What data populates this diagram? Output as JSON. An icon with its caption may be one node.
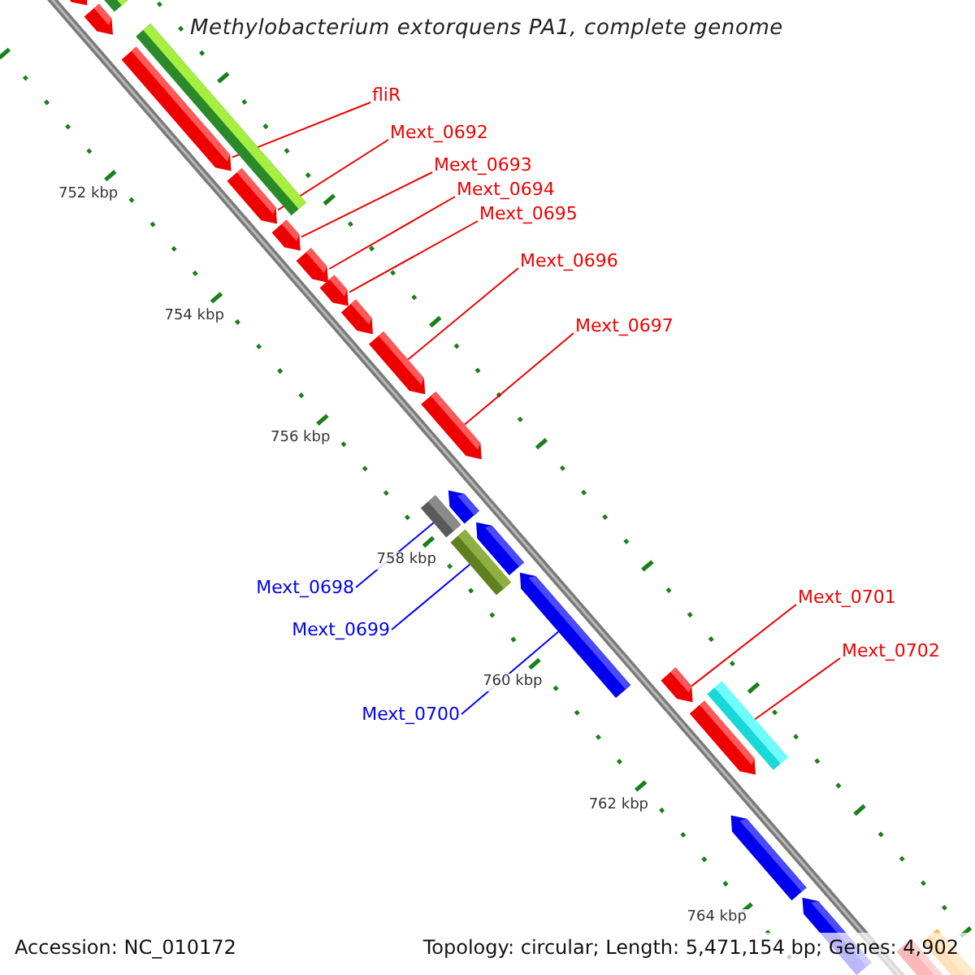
{
  "diagram": {
    "title": "Methylobacterium extorquens PA1, complete genome",
    "nodes": [
      {
        "text": [
          "fliR"
        ]
      },
      {
        "text": [
          "Mext_0692"
        ]
      },
      {
        "text": [
          "Mext_0693"
        ]
      },
      {
        "text": [
          "Mext_0694"
        ]
      },
      {
        "text": [
          "Mext_0695"
        ]
      },
      {
        "text": [
          "Mext_0696"
        ]
      },
      {
        "text": [
          "Mext_0697"
        ]
      },
      {
        "text": [
          "Mext_0698"
        ]
      },
      {
        "text": [
          "Mext_0699"
        ]
      },
      {
        "text": [
          "Mext_0700"
        ]
      },
      {
        "text": [
          "Mext_0701"
        ]
      },
      {
        "text": [
          "Mext_0702"
        ]
      },
      {
        "text": [],
        "shape": "bar"
      },
      {
        "text": [],
        "shape": "bar"
      },
      {
        "text": [],
        "shape": "bar"
      },
      {
        "text": [],
        "shape": "bar"
      },
      {
        "text": [],
        "shape": "bar"
      },
      {
        "text": [],
        "shape": "bar"
      },
      {
        "text": [],
        "shape": "bar"
      },
      {
        "text": [],
        "shape": "bar"
      },
      {
        "text": [],
        "shape": "bar"
      },
      {
        "text": [],
        "shape": "bar"
      },
      {
        "text": [],
        "shape": "bar"
      },
      {
        "text": [],
        "shape": "bar"
      },
      {
        "text": [],
        "shape": "bar"
      },
      {
        "text": [],
        "shape": "bar"
      },
      {
        "text": [],
        "shape": "bar"
      },
      {
        "text": [],
        "shape": "bar"
      },
      {
        "text": [],
        "shape": "bar"
      },
      {
        "text": [],
        "shape": "bar"
      },
      {
        "text": [],
        "shape": "bar"
      },
      {
        "text": [],
        "shape": "bar"
      },
      {
        "text": [],
        "shape": "bar"
      },
      {
        "text": [],
        "shape": "bar"
      },
      {
        "text": [],
        "shape": "bar"
      },
      {
        "text": [],
        "shape": "bar"
      }
    ],
    "edges": [
      {
        "from": 0,
        "to": 16,
        "arrow": "none"
      },
      {
        "from": 1,
        "to": 17,
        "arrow": "none"
      },
      {
        "from": 2,
        "to": 18,
        "arrow": "none"
      },
      {
        "from": 3,
        "to": 19,
        "arrow": "none"
      },
      {
        "from": 4,
        "to": 20,
        "arrow": "none"
      },
      {
        "from": 5,
        "to": 22,
        "arrow": "none"
      },
      {
        "from": 6,
        "to": 23,
        "arrow": "none"
      },
      {
        "from": 7,
        "to": 24,
        "arrow": "none",
        "color": "#0000ff"
      },
      {
        "from": 8,
        "to": 26,
        "arrow": "none",
        "color": "#0000ff"
      },
      {
        "from": 9,
        "to": 28,
        "arrow": "none",
        "color": "#0000ff"
      },
      {
        "from": 10,
        "to": 29,
        "arrow": "none"
      },
      {
        "from": 11,
        "to": 30,
        "arrow": "none"
      }
    ],
    "labels": [
      "752 kbp",
      "754 kbp",
      "756 kbp",
      "758 kbp",
      "760 kbp",
      "762 kbp",
      "764 kbp",
      "Accession: NC_010172",
      "Topology: circular; Length: 5,471,154 bp; Genes: 4,902"
    ]
  }
}
